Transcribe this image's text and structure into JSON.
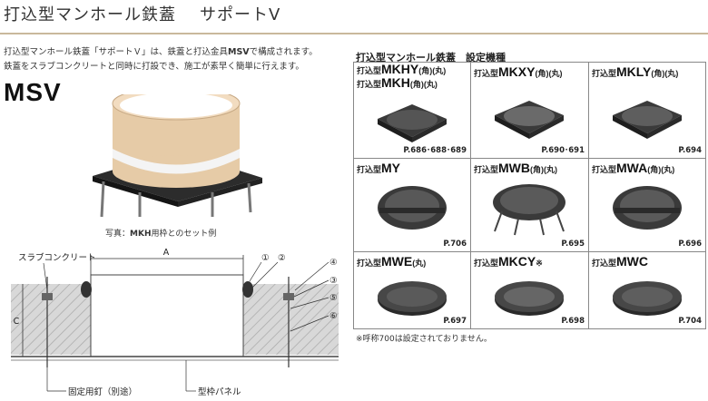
{
  "header": {
    "title": "打込型マンホール鉄蓋",
    "subtitle": "サポートV"
  },
  "intro": {
    "line1_pre": "打込型マンホール鉄蓋「サポートＶ」は、鉄蓋と打込金具",
    "line1_bold": "MSV",
    "line1_post": "で構成されます。",
    "line2": "鉄蓋をスラブコンクリートと同時に打設でき、施工が素早く簡単に行えます。"
  },
  "model_code": "MSV",
  "photo_caption": {
    "pre": "写真：",
    "bold": "MKH",
    "post": "用枠とのセット例"
  },
  "diagram": {
    "label_slab": "スラブコンクリート",
    "label_a": "A",
    "label_c": "C",
    "label_nail": "固定用釘（別途）",
    "label_panel": "型枠パネル",
    "markers": [
      "①",
      "②",
      "③",
      "④",
      "⑤",
      "⑥"
    ]
  },
  "settings": {
    "heading": "打込型マンホール鉄蓋　設定機種",
    "prefix": "打込型",
    "items": [
      {
        "name": "MKHY",
        "suffix": "(角)(丸)",
        "name2": "MKH",
        "suffix2": "(角)(丸)",
        "page": "P.686･688･689",
        "shape": "square"
      },
      {
        "name": "MKXY",
        "suffix": "(角)(丸)",
        "page": "P.690･691",
        "shape": "square"
      },
      {
        "name": "MKLY",
        "suffix": "(角)(丸)",
        "page": "P.694",
        "shape": "square"
      },
      {
        "name": "MY",
        "suffix": "",
        "page": "P.706",
        "shape": "round"
      },
      {
        "name": "MWB",
        "suffix": "(角)(丸)",
        "page": "P.695",
        "shape": "hooks"
      },
      {
        "name": "MWA",
        "suffix": "(角)(丸)",
        "page": "P.696",
        "shape": "round"
      },
      {
        "name": "MWE",
        "suffix": "(丸)",
        "page": "P.697",
        "shape": "flat"
      },
      {
        "name": "MKCY",
        "suffix": "※",
        "page": "P.698",
        "shape": "flat"
      },
      {
        "name": "MWC",
        "suffix": "",
        "page": "P.704",
        "shape": "flat"
      }
    ],
    "footnote": "※呼称700は設定されておりません。"
  },
  "colors": {
    "rule": "#c9b89c",
    "ring": "#e6cba7",
    "iron": "#3a3a3a"
  }
}
